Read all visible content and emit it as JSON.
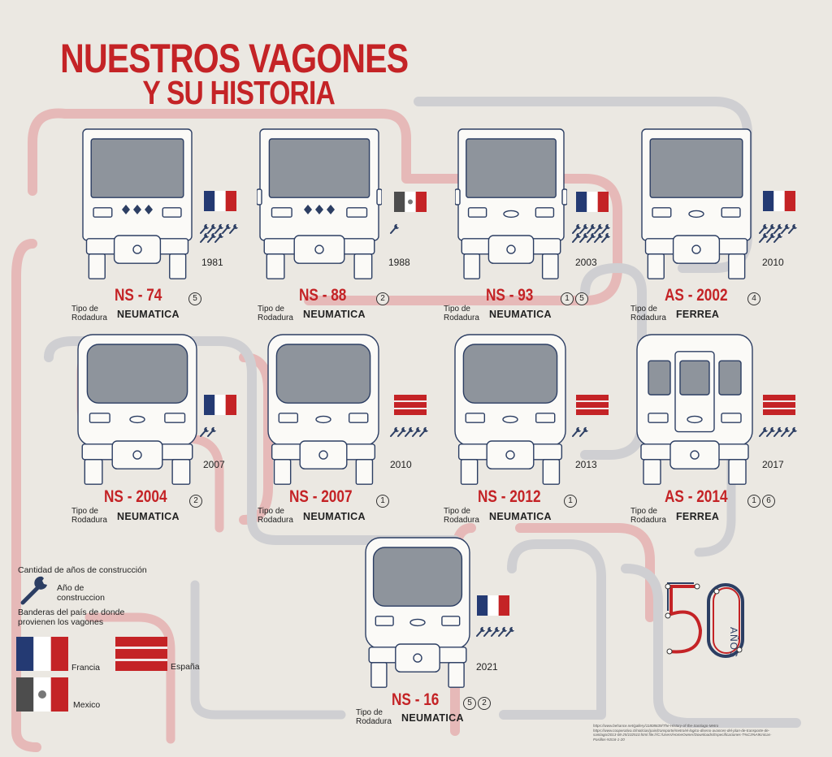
{
  "title": {
    "line1": "NUESTROS  VAGONES",
    "line2": "Y SU HISTORIA"
  },
  "labels": {
    "tipo": "Tipo de",
    "rodadura": "Rodadura"
  },
  "colors": {
    "red": "#c42326",
    "navy": "#2c3e63",
    "france_blue": "#243a73",
    "mexico_green": "#4d4d4d"
  },
  "trains": [
    {
      "model": "NS - 74",
      "type": "NEUMATICA",
      "year": "1981",
      "lines": [
        "5"
      ],
      "flag": "france",
      "wrenches": 8,
      "design": "a"
    },
    {
      "model": "NS - 88",
      "type": "NEUMATICA",
      "year": "1988",
      "lines": [
        "2"
      ],
      "flag": "mexico",
      "wrenches": 1,
      "design": "b"
    },
    {
      "model": "NS - 93",
      "type": "NEUMATICA",
      "year": "2003",
      "lines": [
        "1",
        "5"
      ],
      "flag": "france",
      "wrenches": 10,
      "design": "c"
    },
    {
      "model": "AS - 2002",
      "type": "FERREA",
      "year": "2010",
      "lines": [
        "4"
      ],
      "flag": "france",
      "wrenches": 8,
      "design": "d"
    },
    {
      "model": "NS - 2004",
      "type": "NEUMATICA",
      "year": "2007",
      "lines": [
        "2"
      ],
      "flag": "france",
      "wrenches": 2,
      "design": "e"
    },
    {
      "model": "NS - 2007",
      "type": "NEUMATICA",
      "year": "2010",
      "lines": [
        "1"
      ],
      "flag": "spain",
      "wrenches": 5,
      "design": "f"
    },
    {
      "model": "NS - 2012",
      "type": "NEUMATICA",
      "year": "2013",
      "lines": [
        "1"
      ],
      "flag": "spain",
      "wrenches": 2,
      "design": "g"
    },
    {
      "model": "AS - 2014",
      "type": "FERREA",
      "year": "2017",
      "lines": [
        "1",
        "6"
      ],
      "flag": "spain",
      "wrenches": 5,
      "design": "h"
    },
    {
      "model": "NS - 16",
      "type": "NEUMATICA",
      "year": "2021",
      "lines": [
        "5",
        "2"
      ],
      "flag": "france",
      "wrenches": 5,
      "design": "i"
    }
  ],
  "legend": {
    "years_title": "Cantidad de años de construcción",
    "wrench_label": "Año de construccion",
    "flags_title": "Banderas del país de donde provienen los vagones",
    "francia": "Francia",
    "espana": "España",
    "mexico": "Mexico"
  },
  "logo": {
    "number": "50",
    "word": "AÑOS"
  },
  "sources": "https://www.behance.net/gallery/11808639/The-History-of-the-Santiago-Metro https://www.cooperativa.cl/noticias/pais/transporte/metro/el-logico-diseno-avances-del-plan-de-transporte-de-santiago/2013-08-25/102510.html file:///C:/Users/HomeOwner/Downloads/Especificaciones-T%C3%A9cnicas-Pasillos-NS16-1-20"
}
